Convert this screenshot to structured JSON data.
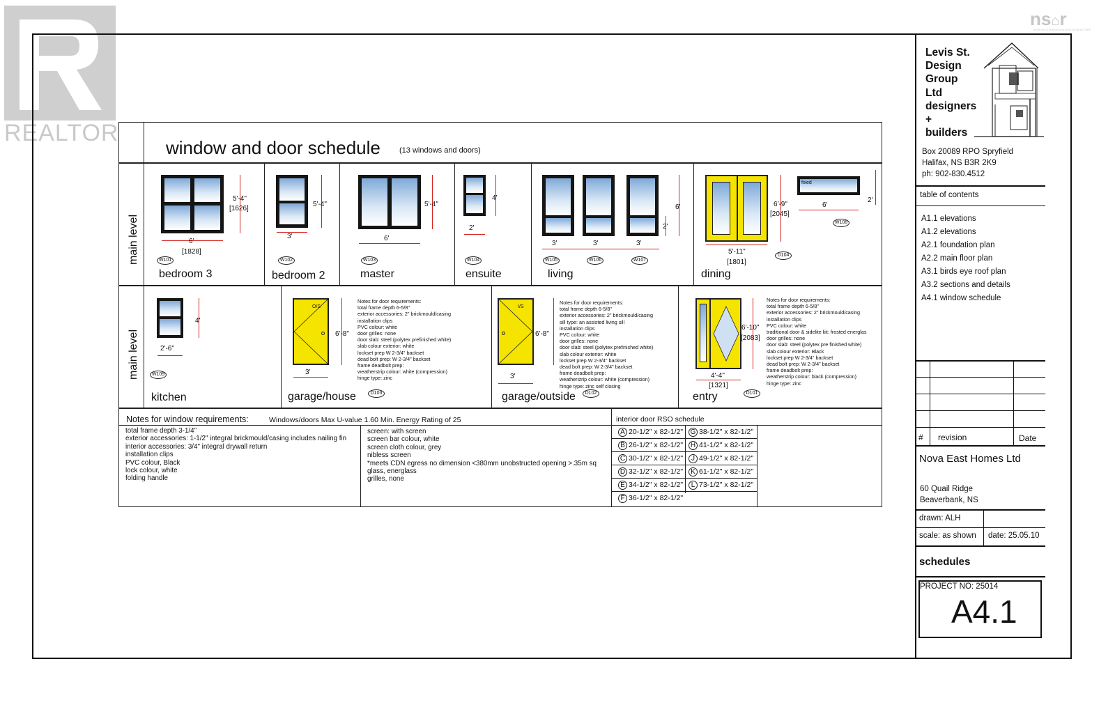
{
  "watermark": {
    "brand": "REALTOR",
    "assoc": "NOVA SCOTIA ASSOCIATION OF REALTORS"
  },
  "schedule": {
    "title": "window and door schedule",
    "subtitle": "(13 windows and doors)",
    "row_label": "main level",
    "row1": [
      {
        "room": "bedroom 3",
        "tag": "W101",
        "width": "6'",
        "width_mm": "[1828]",
        "height": "5'-4\"",
        "height_mm": "[1626]"
      },
      {
        "room": "bedroom 2",
        "tag": "W102",
        "width": "3'",
        "height": "5'-4\""
      },
      {
        "room": "master",
        "tag": "W103",
        "width": "6'",
        "height": "5'-4\""
      },
      {
        "room": "ensuite",
        "tag": "W104",
        "width": "2'",
        "height": "4'"
      },
      {
        "room": "living",
        "tags": [
          "W105",
          "W106",
          "W107"
        ],
        "widths": [
          "3'",
          "3'",
          "3'"
        ],
        "height": "6'",
        "sill": "2'"
      },
      {
        "room": "dining",
        "tag": "D104",
        "width": "5'-11\"",
        "width_mm": "[1801]",
        "height": "6'-9\"",
        "height_mm": "[2045]",
        "fixed_label": "fixed",
        "fixed_tag": "W108",
        "fixed_width": "6'",
        "fixed_height": "2'"
      }
    ],
    "row2": {
      "kitchen": {
        "room": "kitchen",
        "tag": "W109",
        "width": "2'-6\"",
        "height": "4'"
      },
      "garage_house": {
        "room": "garage/house",
        "tag": "D103",
        "width": "3'",
        "height": "6'-8\"",
        "swing": "O/S",
        "notes": "Notes for door requirements:\ntotal frame depth 6-5/8\"\nexterior accessories: 2\" brickmould/casing\ninstallation clips\nPVC colour: white\ndoor grilles: none\ndoor slab: steel (polytex prefinished white)\nslab colour exterior: white\nlockset prep W 2-3/4\" backset\ndead bolt prep: W 2-3/4\" backset\nframe deadbolt prep:\nweatherstrip colour: white (compression)\nhinge type: zinc"
      },
      "garage_outside": {
        "room": "garage/outside",
        "tag": "D102",
        "width": "3'",
        "height": "6'-8\"",
        "swing": "I/S",
        "notes": "Notes for door requirements:\ntotal frame depth 6-5/8\"\nexterior accessories: 2\" brickmould/casing\nsill type: an assisted living sill\ninstallation clips\nPVC colour: white\ndoor grilles: none\ndoor slab: steel (polytex prefinished white)\nslab colour exterior: white\nlockset prep W 2-3/4\" backset\ndead bolt prep: W 2-3/4\" backset\nframe deadbolt prep:\nweatherstrip colour: white (compression)\nhinge type: zinc self closing"
      },
      "entry": {
        "room": "entry",
        "tag": "D101",
        "width": "4'-4\"",
        "width_mm": "[1321]",
        "height": "6'-10\"",
        "height_mm": "[2083]",
        "notes": "Notes for door requirements:\ntotal frame depth 6-5/8\"\nexterior accessories: 2\" brickmould/casing\ninstallation clips\nPVC colour: white\ntraditional door & sidelite kit: frosted energlas\ndoor grilles: none\ndoor slab: steel (polytex pre finished white)\nslab colour exterior: Black\nlockset prep W 2-3/4\" backset\ndead bolt prep: W 2-3/4\" backset\nframe deadbolt prep:\nweatherstrip colour: black (compression)\nhinge type: zinc"
      }
    },
    "window_notes": {
      "heading": "Notes for window requirements:",
      "heading_extra": "Windows/doors Max U-value 1.60 Min. Energy Rating of 25",
      "col1": "total frame depth 3-1/4\"\nexterior accessories: 1-1/2\" integral brickmould/casing includes nailing fin\ninterior accessories: 3/4\" integral drywall return\ninstallation clips\nPVC colour, Black\nlock colour, white\nfolding handle",
      "col2": "screen: with screen\nscreen bar colour, white\nscreen cloth colour, grey\nnibless screen\n*meets CDN egress no dimension <380mm unobstructed opening >.35m sq\nglass, energlass\ngrilles, none"
    },
    "rso": {
      "heading": "interior door RSO schedule",
      "left": [
        {
          "k": "A",
          "v": "20-1/2\" x 82-1/2\""
        },
        {
          "k": "B",
          "v": "26-1/2\" x 82-1/2\""
        },
        {
          "k": "C",
          "v": "30-1/2\" x 82-1/2\""
        },
        {
          "k": "D",
          "v": "32-1/2\" x 82-1/2\""
        },
        {
          "k": "E",
          "v": "34-1/2\" x 82-1/2\""
        },
        {
          "k": "F",
          "v": "36-1/2\" x 82-1/2\""
        }
      ],
      "right": [
        {
          "k": "G",
          "v": "38-1/2\" x 82-1/2\""
        },
        {
          "k": "H",
          "v": "41-1/2\" x 82-1/2\""
        },
        {
          "k": "J",
          "v": "49-1/2\" x 82-1/2\""
        },
        {
          "k": "K",
          "v": "61-1/2\" x 82-1/2\""
        },
        {
          "k": "L",
          "v": "73-1/2\" x 82-1/2\""
        }
      ]
    }
  },
  "titleblock": {
    "company": [
      "Levis St.",
      "Design",
      "Group",
      "Ltd",
      "designers",
      "+",
      "builders"
    ],
    "address": [
      "Box 20089 RPO Spryfield",
      "Halifax, NS B3R 2K9",
      "ph: 902-830.4512"
    ],
    "toc_heading": "table of contents",
    "toc": [
      "A1.1 elevations",
      "A1.2 elevations",
      "A2.1 foundation plan",
      "A2.2 main floor plan",
      "A3.1 birds eye roof plan",
      "A3.2 sections and details",
      "A4.1 window schedule"
    ],
    "rev_hash": "#",
    "rev_label": "revision",
    "rev_date": "Date",
    "client": "Nova East Homes Ltd",
    "site": [
      "60 Quail Ridge",
      "Beaverbank, NS"
    ],
    "drawn": "drawn:  ALH",
    "scale": "scale: as shown",
    "date": "date: 25.05.10",
    "sheet_title": "schedules",
    "project_no": "PROJECT NO:  25014",
    "sheet_no": "A4.1"
  }
}
